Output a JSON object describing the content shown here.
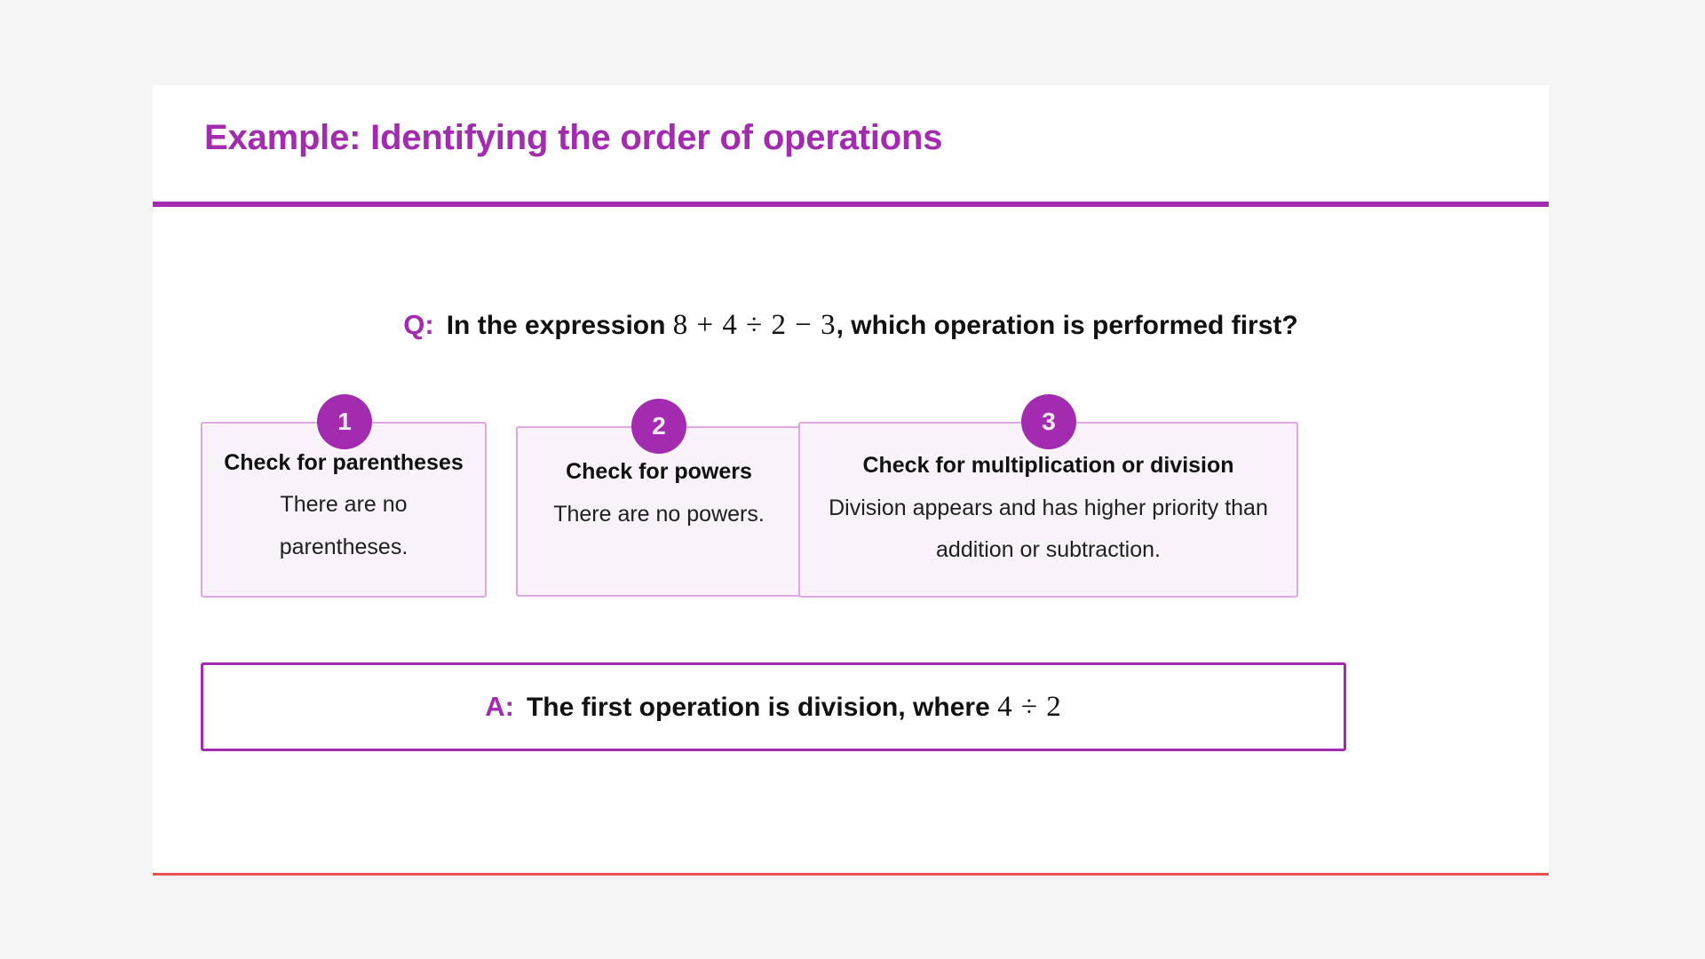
{
  "page": {
    "background_color": "#f5f5f5",
    "panel_color": "#ffffff",
    "accent_color": "#a32bb0",
    "card_fill_color": "#f9f2fb",
    "card_border_color": "#dda9e2",
    "footer_rule_color": "#e8524a"
  },
  "header": {
    "title": "Example: Identifying the order of operations"
  },
  "question": {
    "marker": "Q:",
    "text_before": "In the expression",
    "expression": "8 + 4 ÷ 2 − 3",
    "text_after": ", which operation is performed first?"
  },
  "steps": [
    {
      "number": "1",
      "title": "Check for parentheses",
      "description": "There are no parentheses."
    },
    {
      "number": "2",
      "title": "Check for powers",
      "description": "There are no powers."
    },
    {
      "number": "3",
      "title": "Check for multiplication or division",
      "description": "Division appears and has higher priority than addition or subtraction."
    }
  ],
  "answer": {
    "marker": "A:",
    "text": "The first operation is division, where",
    "expression": "4 ÷ 2"
  }
}
